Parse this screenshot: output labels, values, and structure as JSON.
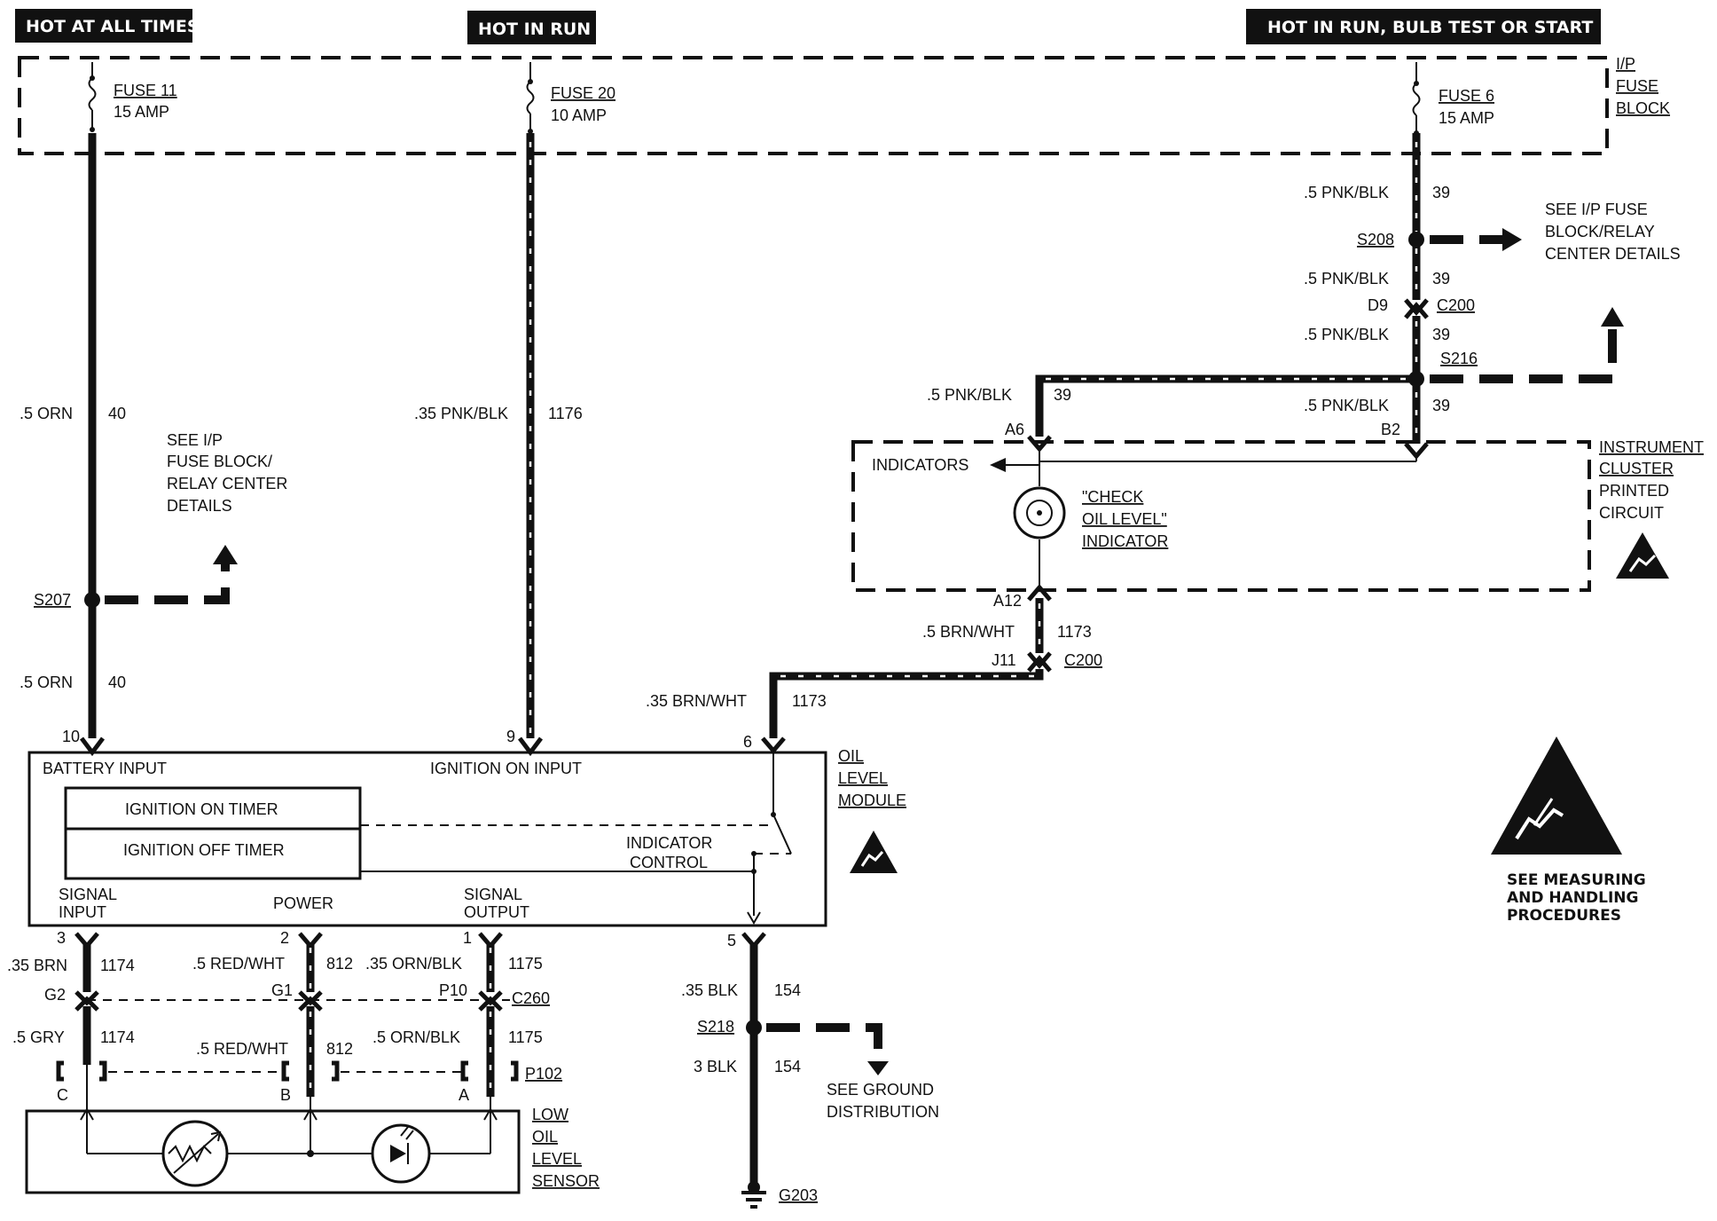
{
  "headers": {
    "hot_at_all_times": "HOT AT ALL TIMES",
    "hot_in_run": "HOT IN RUN",
    "hot_in_run_bulb_test": "HOT IN RUN, BULB TEST OR START"
  },
  "fuse_block": {
    "line1": "I/P",
    "line2": "FUSE",
    "line3": "BLOCK"
  },
  "fuses": [
    {
      "name": "FUSE 11",
      "rating": "15 AMP"
    },
    {
      "name": "FUSE 20",
      "rating": "10 AMP"
    },
    {
      "name": "FUSE 6",
      "rating": "15 AMP"
    }
  ],
  "left_circuit": {
    "wire_top": {
      "color": ".5 ORN",
      "circuit": "40"
    },
    "note": [
      "SEE I/P",
      "FUSE BLOCK/",
      "RELAY CENTER",
      "DETAILS"
    ],
    "splice": "S207",
    "wire_bottom": {
      "color": ".5 ORN",
      "circuit": "40"
    },
    "pin": "10"
  },
  "mid_circuit": {
    "wire": {
      "color": ".35 PNK/BLK",
      "circuit": "1176"
    },
    "pin": "9"
  },
  "right_circuit": {
    "w1": {
      "color": ".5 PNK/BLK",
      "circuit": "39"
    },
    "splice1": "S208",
    "note": [
      "SEE I/P FUSE",
      "BLOCK/RELAY",
      "CENTER DETAILS"
    ],
    "w2": {
      "color": ".5 PNK/BLK",
      "circuit": "39"
    },
    "conn_pin": "D9",
    "conn_name": "C200",
    "w3": {
      "color": ".5 PNK/BLK",
      "circuit": "39"
    },
    "splice2": "S216",
    "w4": {
      "color": ".5 PNK/BLK",
      "circuit": "39"
    },
    "pin_b2": "B2",
    "w5": {
      "color": ".5 PNK/BLK",
      "circuit": "39"
    },
    "pin_a6": "A6"
  },
  "cluster": {
    "label": [
      "INSTRUMENT",
      "CLUSTER",
      "PRINTED",
      "CIRCUIT"
    ],
    "indicators": "INDICATORS",
    "indicator_name": [
      "\"CHECK",
      "OIL LEVEL\"",
      "INDICATOR"
    ],
    "pin_a12": "A12",
    "wire_a12": {
      "color": ".5 BRN/WHT",
      "circuit": "1173"
    },
    "pin_j11": "J11",
    "conn": "C200",
    "wire_j11": {
      "color": ".35 BRN/WHT",
      "circuit": "1173"
    },
    "pin_6": "6"
  },
  "module": {
    "label": [
      "OIL",
      "LEVEL",
      "MODULE"
    ],
    "battery_input": "BATTERY INPUT",
    "ignition_on_input": "IGNITION ON INPUT",
    "timer_on": "IGNITION ON TIMER",
    "timer_off": "IGNITION OFF TIMER",
    "indicator_control": [
      "INDICATOR",
      "CONTROL"
    ],
    "signal_input": [
      "SIGNAL",
      "INPUT"
    ],
    "power": "POWER",
    "signal_output": [
      "SIGNAL",
      "OUTPUT"
    ]
  },
  "bottom": {
    "pins": [
      "3",
      "2",
      "1",
      "5"
    ],
    "wires_top": [
      {
        "color": ".35 BRN",
        "circuit": "1174"
      },
      {
        "color": ".5 RED/WHT",
        "circuit": "812"
      },
      {
        "color": ".35 ORN/BLK",
        "circuit": "1175"
      }
    ],
    "c260_pins": [
      "G2",
      "G1",
      "P10"
    ],
    "c260": "C260",
    "wires_mid": [
      {
        "color": ".5 GRY",
        "circuit": "1174"
      },
      {
        "color": ".5 RED/WHT",
        "circuit": "812"
      },
      {
        "color": ".5 ORN/BLK",
        "circuit": "1175"
      }
    ],
    "p102": "P102",
    "p102_pins": [
      "C",
      "B",
      "A"
    ],
    "sensor_label": [
      "LOW",
      "OIL",
      "LEVEL",
      "SENSOR"
    ],
    "ground_wire_top": {
      "color": ".35 BLK",
      "circuit": "154"
    },
    "splice": "S218",
    "ground_wire_bottom": {
      "color": "3 BLK",
      "circuit": "154"
    },
    "ground_note": [
      "SEE GROUND",
      "DISTRIBUTION"
    ],
    "ground": "G203"
  },
  "esd": {
    "note": [
      "SEE MEASURING",
      "AND HANDLING",
      "PROCEDURES"
    ]
  }
}
